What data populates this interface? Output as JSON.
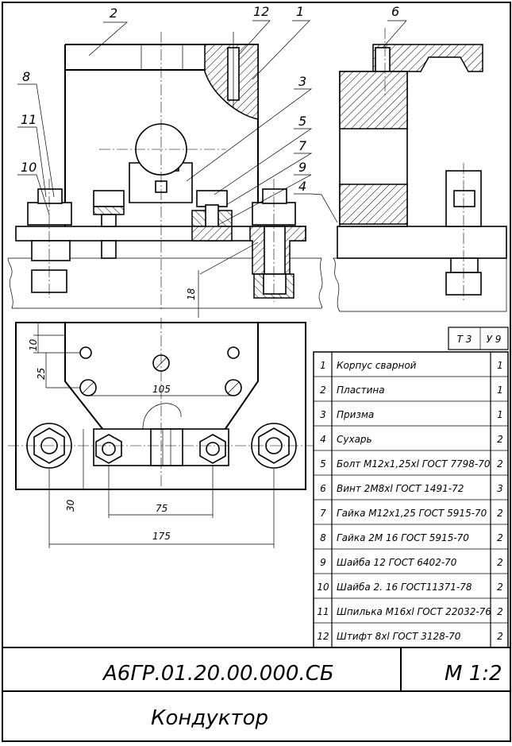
{
  "title_block": {
    "designation": "А6ГР.01.20.00.000.СБ",
    "scale": "М 1:2",
    "name": "Кондуктор"
  },
  "spec_header": [
    "Т 3",
    "У 9"
  ],
  "spec": [
    {
      "pos": "1",
      "name": "Корпус сварной",
      "qty": "1"
    },
    {
      "pos": "2",
      "name": "Пластина",
      "qty": "1"
    },
    {
      "pos": "3",
      "name": "Призма",
      "qty": "1"
    },
    {
      "pos": "4",
      "name": "Сухарь",
      "qty": "2"
    },
    {
      "pos": "5",
      "name": "Болт М12х1,25хl ГОСТ 7798-70",
      "qty": "2"
    },
    {
      "pos": "6",
      "name": "Винт 2М8хl ГОСТ 1491-72",
      "qty": "3"
    },
    {
      "pos": "7",
      "name": "Гайка М12х1,25 ГОСТ 5915-70",
      "qty": "2"
    },
    {
      "pos": "8",
      "name": "Гайка 2М 16 ГОСТ 5915-70",
      "qty": "2"
    },
    {
      "pos": "9",
      "name": "Шайба 12 ГОСТ 6402-70",
      "qty": "2"
    },
    {
      "pos": "10",
      "name": "Шайба 2. 16 ГОСТ11371-78",
      "qty": "2"
    },
    {
      "pos": "11",
      "name": "Шпилька М16хl ГОСТ 22032-76",
      "qty": "2"
    },
    {
      "pos": "12",
      "name": "Штифт 8хl ГОСТ 3128-70",
      "qty": "2"
    }
  ],
  "callouts": [
    "2",
    "12",
    "1",
    "6",
    "8",
    "3",
    "11",
    "5",
    "7",
    "10",
    "9",
    "4"
  ],
  "dimensions": [
    "18",
    "10",
    "25",
    "105",
    "30",
    "75",
    "175"
  ]
}
